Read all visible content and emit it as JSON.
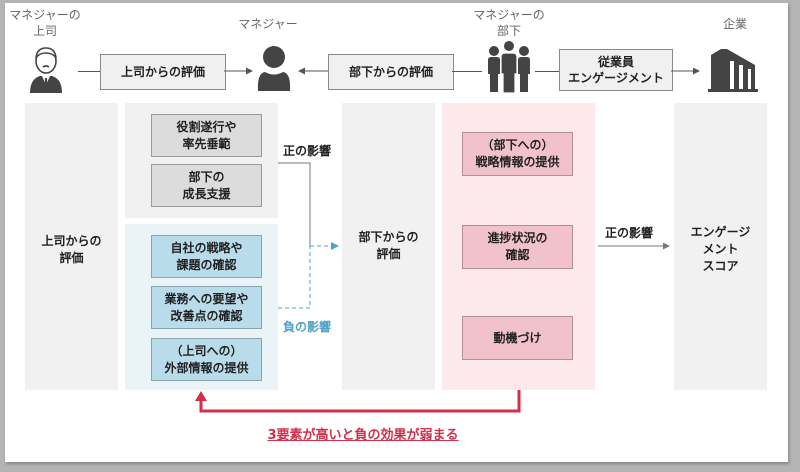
{
  "top_row": {
    "actors": {
      "boss": {
        "label_line1": "マネジャーの",
        "label_line2": "上司",
        "icon": "businessman-icon"
      },
      "manager": {
        "label": "マネジャー",
        "icon": "person-icon"
      },
      "subordinates": {
        "label_line1": "マネジャーの",
        "label_line2": "部下",
        "icon": "group-icon"
      },
      "company": {
        "label": "企業",
        "icon": "building-icon"
      }
    },
    "boxes": {
      "boss_eval": "上司からの評価",
      "sub_eval": "部下からの評価",
      "engagement_line1": "従業員",
      "engagement_line2": "エンゲージメント"
    }
  },
  "columns": {
    "boss_eval": {
      "line1": "上司からの",
      "line2": "評価"
    },
    "positive_factors": [
      {
        "line1": "役割遂行や",
        "line2": "率先垂範"
      },
      {
        "line1": "部下の",
        "line2": "成長支援"
      }
    ],
    "negative_factors": [
      {
        "line1": "自社の戦略や",
        "line2": "課題の確認"
      },
      {
        "line1": "業務への要望や",
        "line2": "改善点の確認"
      },
      {
        "line1": "（上司への）",
        "line2": "外部情報の提供"
      }
    ],
    "sub_eval": {
      "line1": "部下からの",
      "line2": "評価"
    },
    "moderators": [
      {
        "line1": "（部下への）",
        "line2": "戦略情報の提供"
      },
      {
        "line1": "進捗状況の",
        "line2": "確認"
      },
      {
        "line1": "動機づけ",
        "line2": ""
      }
    ],
    "engagement_score": {
      "line1": "エンゲージ",
      "line2": "メント",
      "line3": "スコア"
    }
  },
  "influences": {
    "positive_1": "正の影響",
    "negative": "負の影響",
    "positive_2": "正の影響"
  },
  "feedback_note": "3要素が高いと負の効果が弱まる",
  "colors": {
    "negative_blue": "#4aa3c8",
    "feedback_red": "#d0304a",
    "positive_gray": "#7a7a7a"
  }
}
